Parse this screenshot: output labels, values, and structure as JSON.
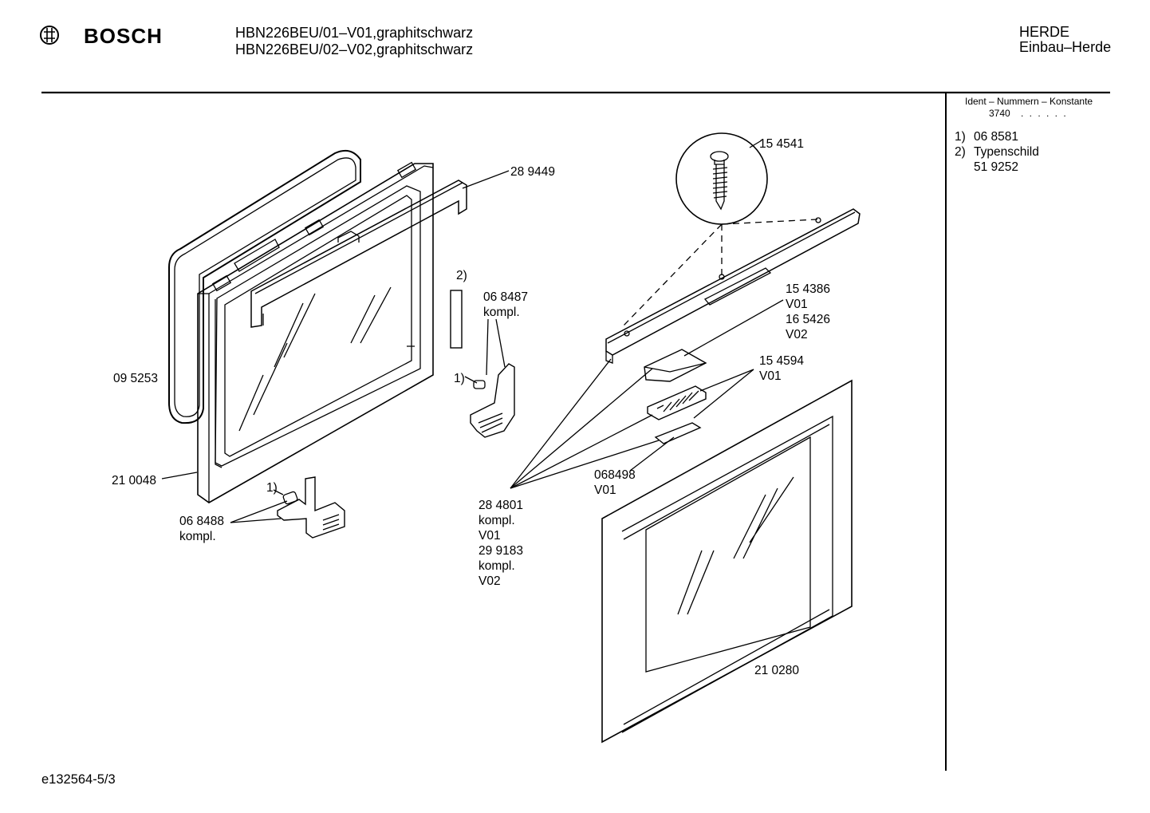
{
  "header": {
    "brand": "BOSCH",
    "model_line_1": "HBN226BEU/01–V01,graphitschwarz",
    "model_line_2": "HBN226BEU/02–V02,graphitschwarz",
    "category": "HERDE",
    "subcategory": "Einbau–Herde"
  },
  "sidebar": {
    "ident_title": "Ident – Nummern – Konstante",
    "ident_value": "3740",
    "ident_dots": ". . . . . .",
    "notes": [
      {
        "marker": "1)",
        "text": "06 8581"
      },
      {
        "marker": "2)",
        "text": "Typenschild"
      },
      {
        "marker": "",
        "text": "51 9252"
      }
    ]
  },
  "callouts": {
    "p289449": "28 9449",
    "p095253": "09 5253",
    "p210048": "21 0048",
    "p068488": "06 8488",
    "p068488_k": "kompl.",
    "mark1_left": "1)",
    "mark2": "2)",
    "p068487": "06 8487",
    "p068487_k": "kompl.",
    "mark1_right": "1)",
    "p154541": "15 4541",
    "p154386": "15 4386",
    "p154386_v": "V01",
    "p165426": "16 5426",
    "p165426_v": "V02",
    "p154594": "15 4594",
    "p154594_v": "V01",
    "p068498": "068498",
    "p068498_v": "V01",
    "p284801": "28 4801",
    "p284801_k": "kompl.",
    "p284801_v": "V01",
    "p299183": "29 9183",
    "p299183_k": "kompl.",
    "p299183_v": "V02",
    "p210280": "21 0280"
  },
  "footer": {
    "doc_id": "e132564-5/3"
  }
}
